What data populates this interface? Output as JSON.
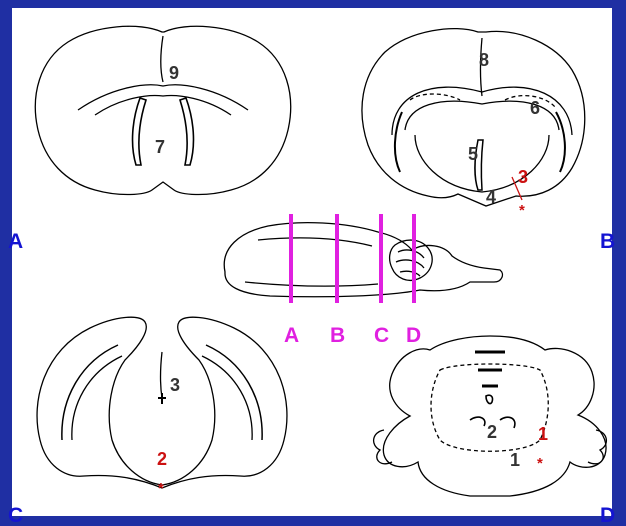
{
  "panel_labels": {
    "a": "A",
    "b": "B",
    "c": "C",
    "d": "D"
  },
  "cut_labels": {
    "a": "A",
    "b": "B",
    "c": "C",
    "d": "D"
  },
  "section_a": {
    "n9": "9",
    "n7": "7"
  },
  "section_b": {
    "n8": "8",
    "n6": "6",
    "n5": "5",
    "n4": "4",
    "n3": "3",
    "star": "*"
  },
  "section_c": {
    "n3": "3",
    "n2": "2",
    "star": "*"
  },
  "section_d": {
    "n2": "2",
    "n1_red": "1",
    "n1": "1",
    "star": "*"
  },
  "colors": {
    "background": "#1f2fa3",
    "panel": "#ffffff",
    "cut_line": "#e020e0",
    "label_blue": "#1414d2",
    "marker_red": "#cc1111"
  }
}
